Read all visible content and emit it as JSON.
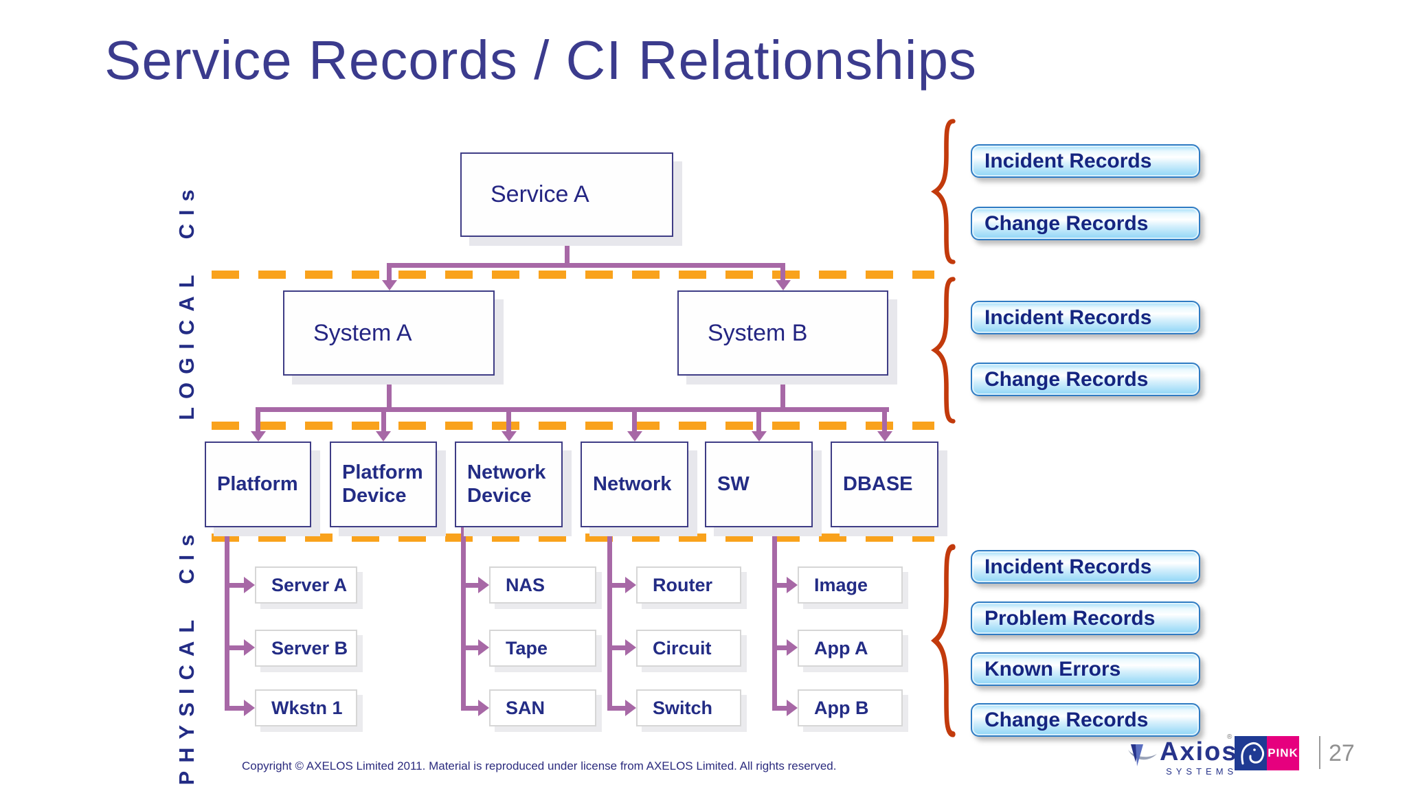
{
  "slide": {
    "title": "Service Records / CI Relationships",
    "copyright": "Copyright © AXELOS Limited 2011. Material is reproduced under license from AXELOS Limited. All rights reserved.",
    "page_number": "27"
  },
  "rails": {
    "logical": "LOGICAL CIs",
    "physical": "PHYSICAL CIs"
  },
  "tree": {
    "service": "Service A",
    "systems": [
      "System A",
      "System B"
    ],
    "level3": [
      "Platform",
      "Platform Device",
      "Network Device",
      "Network",
      "SW",
      "DBASE"
    ],
    "columns": [
      {
        "parent": "Platform",
        "items": [
          "Server A",
          "Server B",
          "Wkstn 1"
        ]
      },
      {
        "parent": "Network Device",
        "items": [
          "NAS",
          "Tape",
          "SAN"
        ]
      },
      {
        "parent": "Network",
        "items": [
          "Router",
          "Circuit",
          "Switch"
        ]
      },
      {
        "parent": "SW",
        "items": [
          "Image",
          "App A",
          "App B"
        ]
      }
    ]
  },
  "record_groups": [
    {
      "buttons": [
        "Incident Records",
        "Change Records"
      ]
    },
    {
      "buttons": [
        "Incident Records",
        "Change Records"
      ]
    },
    {
      "buttons": [
        "Incident Records",
        "Problem Records",
        "Known Errors",
        "Change Records"
      ]
    }
  ],
  "logos": {
    "axios_name": "Axios",
    "axios_sub": "SYSTEMS",
    "axios_reg": "®",
    "pink_label": "PINK",
    "pink_reg": "®"
  },
  "colors": {
    "title_navy": "#3b3b8d",
    "box_border_indigo": "#3e3c85",
    "text_navy": "#232c85",
    "connector_purple": "#a768a6",
    "divider_orange": "#f9a21c",
    "brace_red": "#c23a0c",
    "button_border_blue": "#2f7bc3",
    "button_fill_blue": "#8ed5f6",
    "pink_magenta": "#e6007e",
    "axios_navy": "#27348b"
  }
}
